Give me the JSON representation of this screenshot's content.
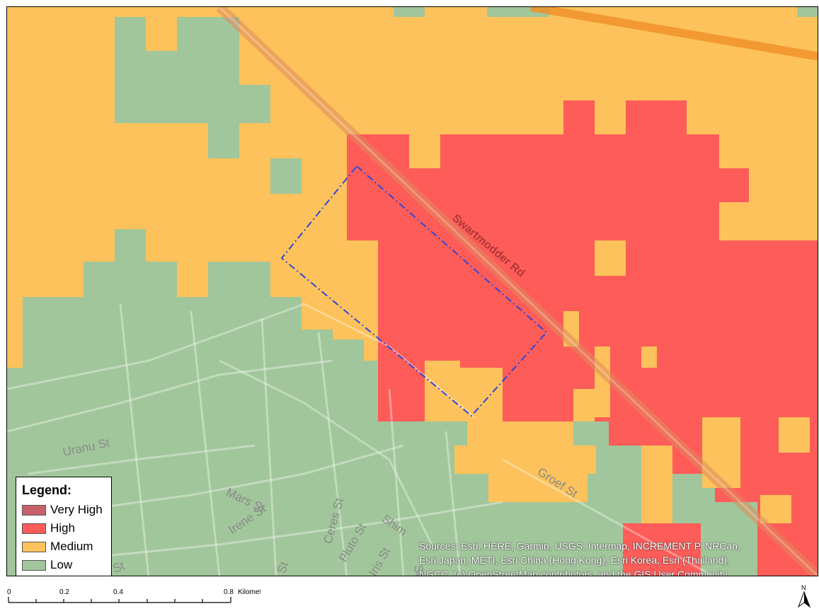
{
  "map": {
    "colors": {
      "very_high": "#c8626a",
      "high": "#fd5c59",
      "medium": "#fdc25b",
      "low": "#a1c69b",
      "boundary": "#2f47d9"
    },
    "road_labels": {
      "swartmodder": "Swartmodder Rd",
      "groef": "Groef St",
      "uranu": "Uranu St",
      "mars": "Mars St",
      "irene": "Irene St",
      "ceres": "Ceres St",
      "pluto": "Pluto St",
      "shim": "Shim",
      "iris": "Iris St",
      "st_fragment_1": "St",
      "st_fragment_2": "St",
      "st_fragment_3": "St"
    }
  },
  "legend": {
    "title": "Legend:",
    "items": [
      {
        "label": "Very High",
        "color": "#c8626a"
      },
      {
        "label": "High",
        "color": "#fd5c59"
      },
      {
        "label": "Medium",
        "color": "#fdc25b"
      },
      {
        "label": "Low",
        "color": "#a1c69b"
      }
    ]
  },
  "sources": {
    "line1": "Sources: Esri, HERE, Garmin, USGS, Intermap, INCREMENT P, NRCan,",
    "line2": "Esri Japan, METI, Esri China (Hong Kong), Esri Korea, Esri (Thailand),",
    "line3": "NGCC, (c) OpenStreetMap contributors, and the GIS User Community"
  },
  "scale_bar": {
    "ticks": [
      "0",
      "0.2",
      "0.4",
      "0.8"
    ],
    "unit": "Kilometers"
  },
  "north_arrow": {
    "label": "N"
  }
}
